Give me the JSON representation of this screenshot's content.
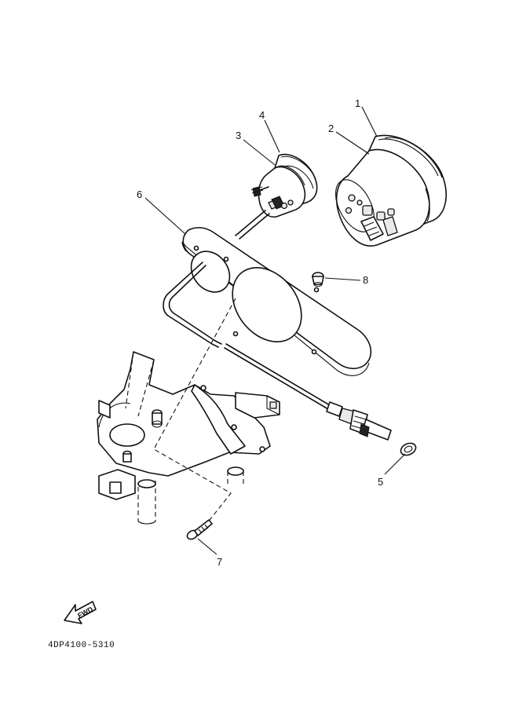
{
  "callouts": [
    {
      "id": "1",
      "label": "1"
    },
    {
      "id": "2",
      "label": "2"
    },
    {
      "id": "3",
      "label": "3"
    },
    {
      "id": "4",
      "label": "4"
    },
    {
      "id": "5",
      "label": "5"
    },
    {
      "id": "6",
      "label": "6"
    },
    {
      "id": "7",
      "label": "7"
    },
    {
      "id": "8",
      "label": "8"
    }
  ],
  "fwd_label": "FWD",
  "diagram_code": "4DP4100-5310"
}
